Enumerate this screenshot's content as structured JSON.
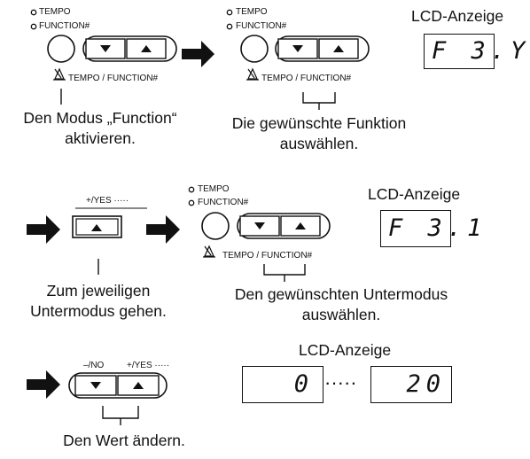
{
  "panel1": {
    "tempo_led": "TEMPO",
    "function_led": "FUNCTION#",
    "button_label": "TEMPO / FUNCTION#",
    "caption": [
      "Den Modus „Function“",
      "aktivieren."
    ]
  },
  "panel2": {
    "tempo_led": "TEMPO",
    "function_led": "FUNCTION#",
    "button_label": "TEMPO / FUNCTION#",
    "caption": [
      "Die gewünschte Funktion",
      "auswählen."
    ]
  },
  "lcd1": {
    "title": "LCD-Anzeige",
    "value": "F 3.Y"
  },
  "panel3": {
    "yes_label": "+/YES ·····",
    "caption": [
      "Zum jeweiligen",
      "Untermodus gehen."
    ]
  },
  "panel4": {
    "tempo_led": "TEMPO",
    "function_led": "FUNCTION#",
    "button_label": "TEMPO / FUNCTION#",
    "caption": [
      "Den gewünschten Untermodus",
      "auswählen."
    ]
  },
  "lcd2": {
    "title": "LCD-Anzeige",
    "value": "F 3.1"
  },
  "panel5": {
    "no_label": "–/NO",
    "yes_label": "+/YES ·····",
    "caption": "Den Wert ändern."
  },
  "lcd3": {
    "title": "LCD-Anzeige",
    "value_left": "0",
    "dots": "·····",
    "value_right": "20"
  }
}
